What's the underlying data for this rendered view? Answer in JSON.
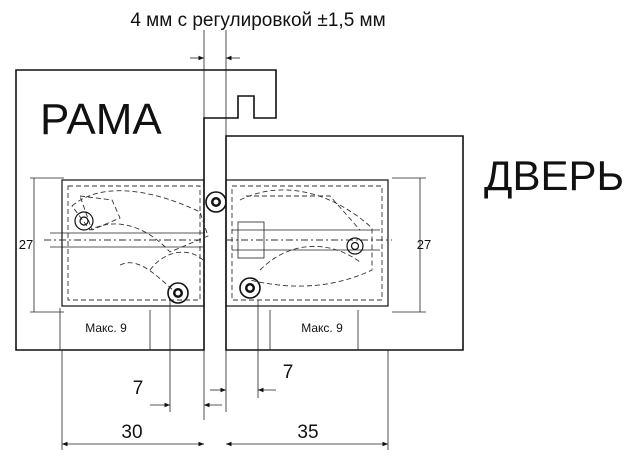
{
  "header": {
    "adjust_note": "4 мм с регулировкой ±1,5 мм"
  },
  "parts": {
    "frame": "РАМА",
    "door": "ДВЕРЬ"
  },
  "dims": {
    "left_height": "27",
    "right_height": "27",
    "left_max": "Макс. 9",
    "right_max": "Макс. 9",
    "left_offset": "7",
    "right_offset": "7",
    "left_width": "30",
    "right_width": "35"
  }
}
